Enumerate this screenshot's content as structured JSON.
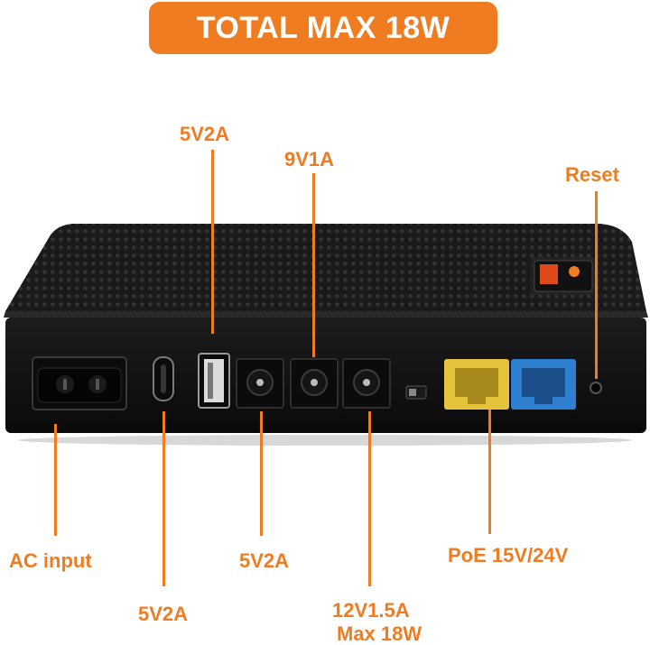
{
  "banner": {
    "text": "TOTAL MAX 18W"
  },
  "labels": {
    "usb": "5V2A",
    "dc9v": "9V1A",
    "reset": "Reset",
    "ac": "AC input",
    "typec": "5V2A",
    "dc5v": "5V2A",
    "dc12v_line1": "12V1.5A",
    "dc12v_line2": "Max 18W",
    "poe": "PoE 15V/24V"
  },
  "colors": {
    "accent": "#f07c22",
    "device_body": "#111111",
    "poe_port": "#e5c33a",
    "lan_port": "#2f7fd0"
  }
}
